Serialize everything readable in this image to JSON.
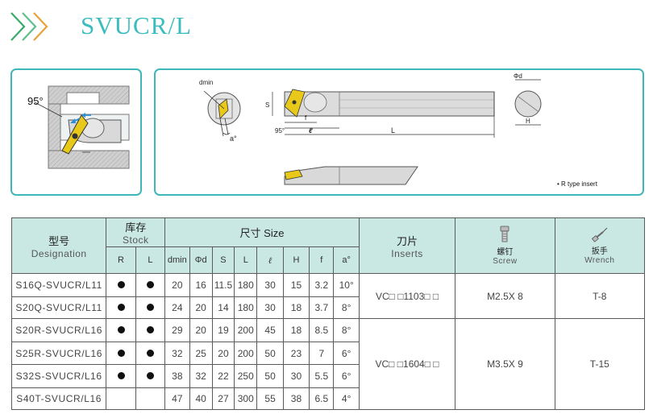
{
  "header": {
    "title": "SVUCR/L"
  },
  "diagram": {
    "angle_label": "95°",
    "dmin_label": "dmin",
    "alpha_label": "a°",
    "s_label": "S",
    "f_label": "f",
    "l_label": "ℓ",
    "angle_small_label": "95°",
    "L_label": "L",
    "phid_label": "Φd",
    "h_label": "H",
    "note": "• R type insert"
  },
  "table": {
    "headers": {
      "designation_cn": "型号",
      "designation_en": "Designation",
      "stock_cn": "库存",
      "stock_en": "Stock",
      "size_label": "尺寸 Size",
      "inserts_cn": "刀片",
      "inserts_en": "Inserts",
      "screw_cn": "螺钉",
      "screw_en": "Screw",
      "wrench_cn": "扳手",
      "wrench_en": "Wrench",
      "r": "R",
      "l": "L",
      "dmin": "dmin",
      "phid": "Φd",
      "s": "S",
      "L": "L",
      "ell": "ℓ",
      "H": "H",
      "f": "f",
      "a": "a°"
    },
    "rows": [
      {
        "designation": "S16Q-SVUCR/L11",
        "r": true,
        "l": true,
        "dmin": "20",
        "phid": "16",
        "s": "11.5",
        "L": "180",
        "ell": "30",
        "H": "15",
        "f": "3.2",
        "a": "10°"
      },
      {
        "designation": "S20Q-SVUCR/L11",
        "r": true,
        "l": true,
        "dmin": "24",
        "phid": "20",
        "s": "14",
        "L": "180",
        "ell": "30",
        "H": "18",
        "f": "3.7",
        "a": "8°"
      },
      {
        "designation": "S20R-SVUCR/L16",
        "r": true,
        "l": true,
        "dmin": "29",
        "phid": "20",
        "s": "19",
        "L": "200",
        "ell": "45",
        "H": "18",
        "f": "8.5",
        "a": "8°"
      },
      {
        "designation": "S25R-SVUCR/L16",
        "r": true,
        "l": true,
        "dmin": "32",
        "phid": "25",
        "s": "20",
        "L": "200",
        "ell": "50",
        "H": "23",
        "f": "7",
        "a": "6°"
      },
      {
        "designation": "S32S-SVUCR/L16",
        "r": true,
        "l": true,
        "dmin": "38",
        "phid": "32",
        "s": "22",
        "L": "250",
        "ell": "50",
        "H": "30",
        "f": "5.5",
        "a": "6°"
      },
      {
        "designation": "S40T-SVUCR/L16",
        "r": false,
        "l": false,
        "dmin": "47",
        "phid": "40",
        "s": "27",
        "L": "300",
        "ell": "55",
        "H": "38",
        "f": "6.5",
        "a": "4°"
      }
    ],
    "groups": [
      {
        "insert": "VC□ □1103□ □",
        "screw": "M2.5X 8",
        "wrench": "T-8"
      },
      {
        "insert": "VC□ □1604□ □",
        "screw": "M3.5X 9",
        "wrench": "T-15"
      }
    ]
  }
}
